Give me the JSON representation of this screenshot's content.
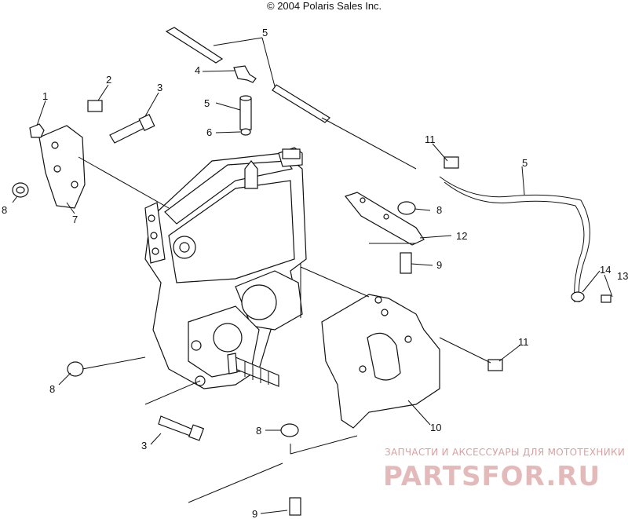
{
  "copyright": "© 2004 Polaris Sales Inc.",
  "callouts": {
    "c1": "1",
    "c2": "2",
    "c3a": "3",
    "c3b": "3",
    "c4": "4",
    "c5a": "5",
    "c5b": "5",
    "c5c": "5",
    "c6": "6",
    "c7": "7",
    "c8a": "8",
    "c8b": "8",
    "c8c": "8",
    "c8d": "8",
    "c9a": "9",
    "c9b": "9",
    "c10": "10",
    "c11a": "11",
    "c11b": "11",
    "c12": "12",
    "c13": "13",
    "c14": "14"
  },
  "watermark": {
    "tagline": "ЗАПЧАСТИ И АКСЕССУАРЫ ДЛЯ МОТОТЕХНИКИ",
    "logo": "PARTSFOR.RU"
  },
  "colors": {
    "line": "#111111",
    "watermark": "#e3b9b9"
  }
}
